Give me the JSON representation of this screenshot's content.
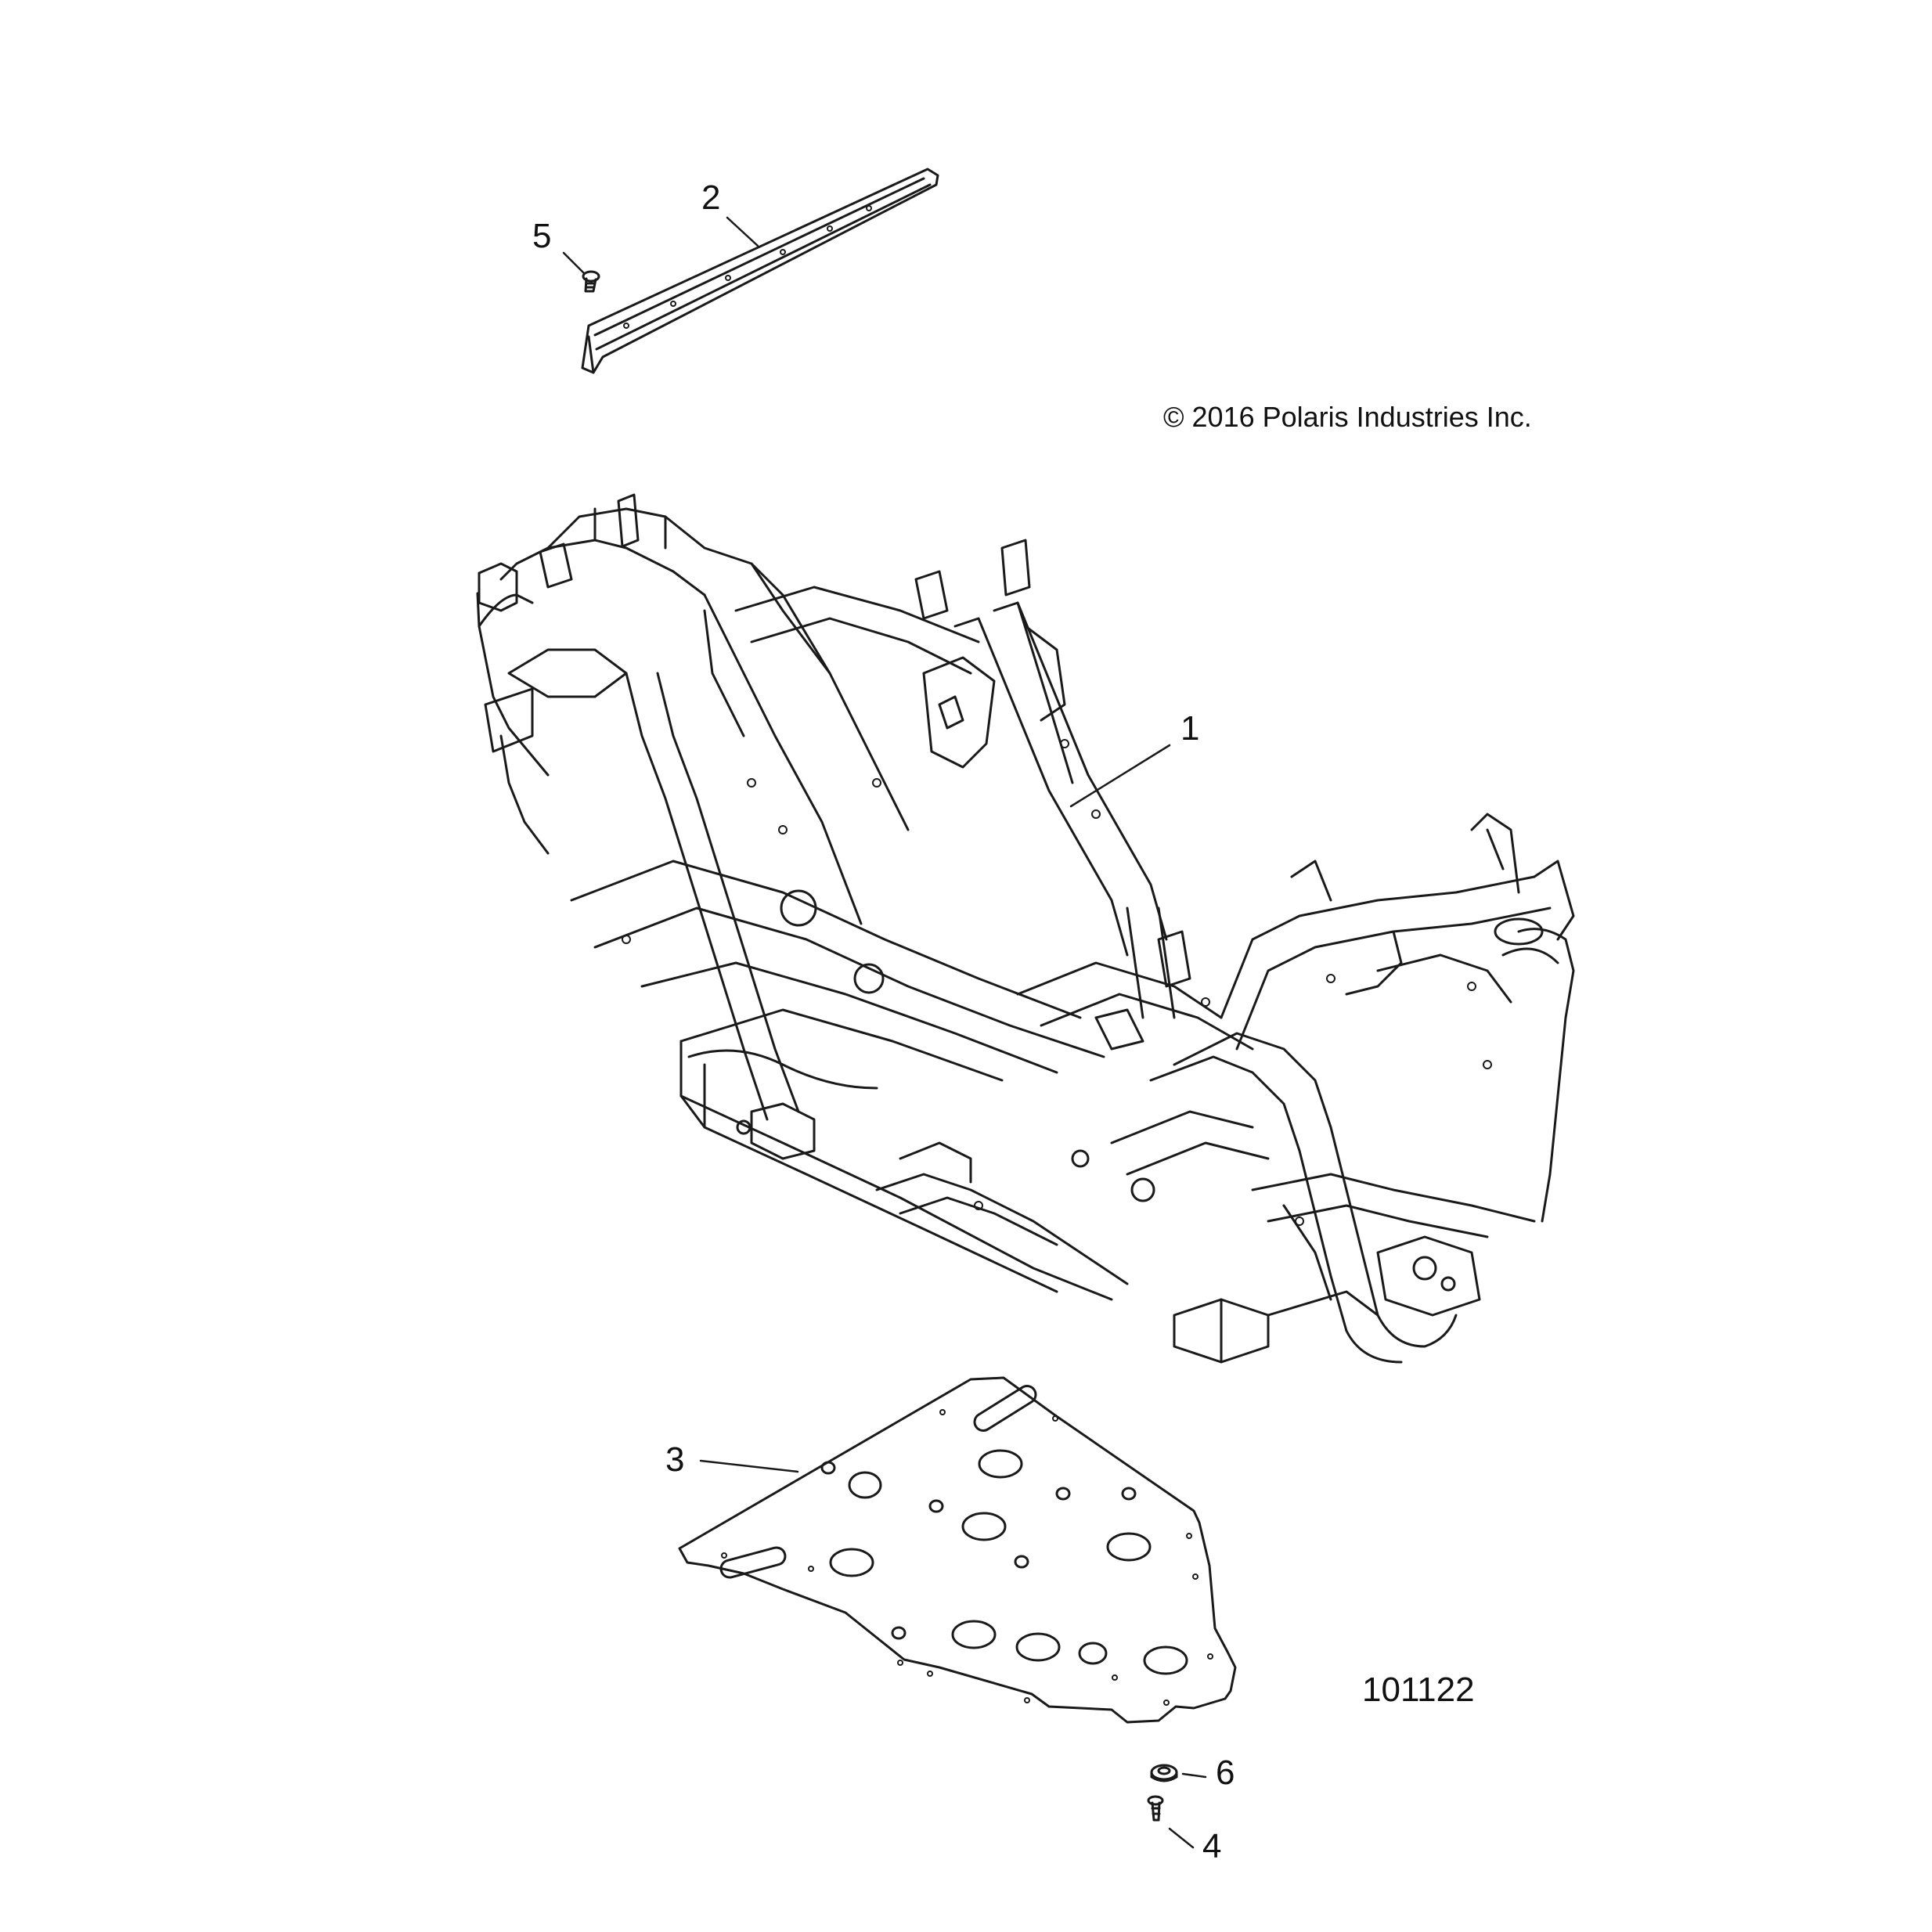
{
  "copyright": "© 2016 Polaris Industries Inc.",
  "drawing_number": "101122",
  "callouts": {
    "c1": "1",
    "c2": "2",
    "c3": "3",
    "c4": "4",
    "c5": "5",
    "c6": "6"
  },
  "colors": {
    "line": "#1a1a1a",
    "background": "#ffffff"
  }
}
